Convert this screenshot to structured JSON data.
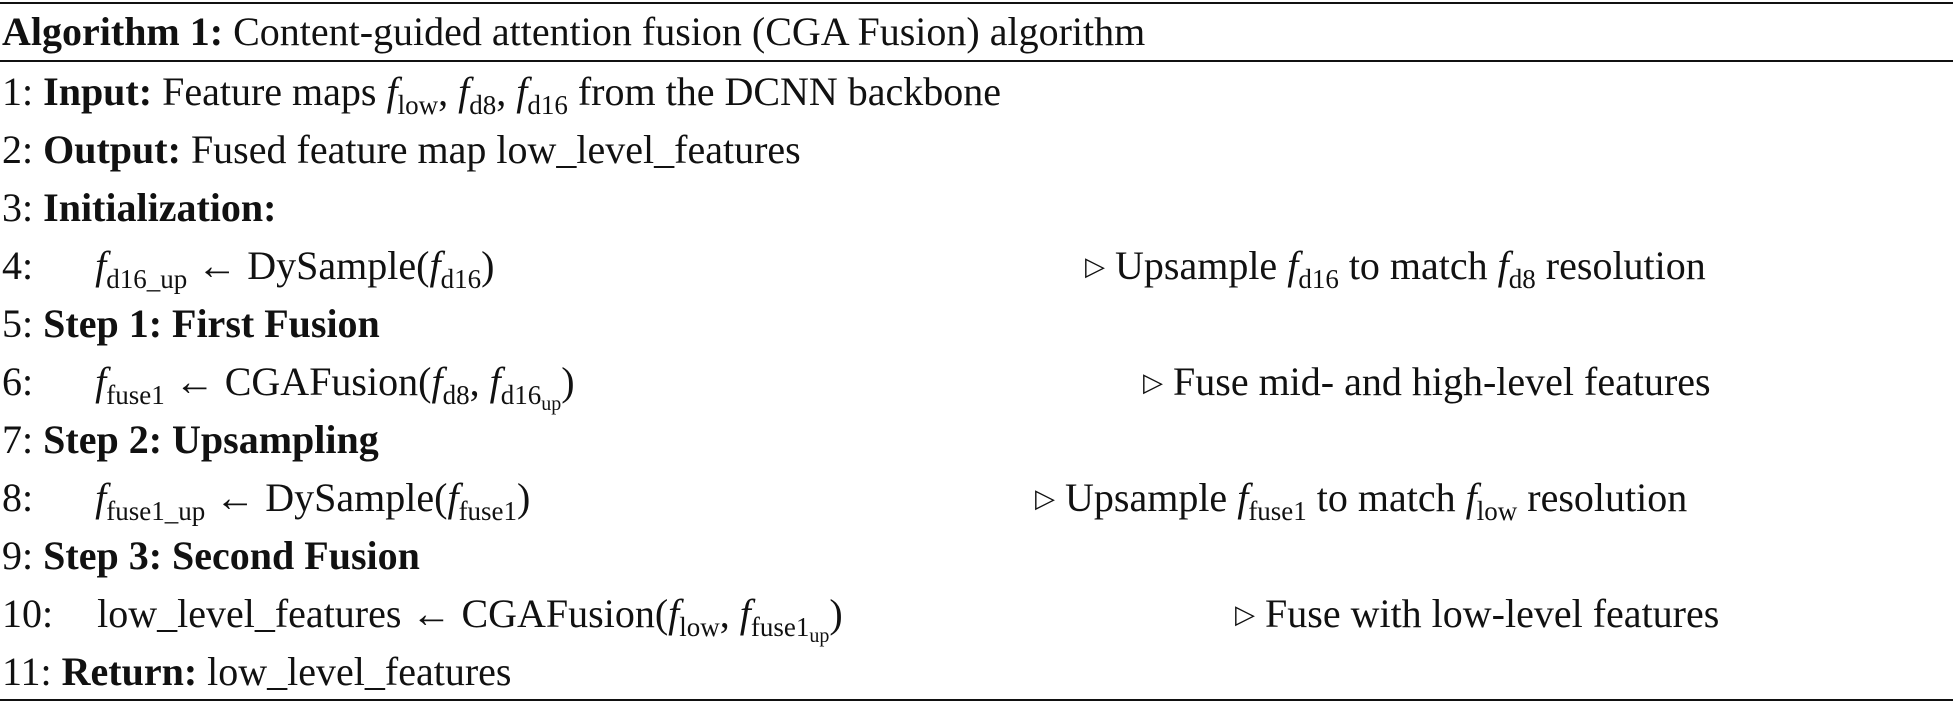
{
  "caption": {
    "label": "Algorithm 1:",
    "title": "Content-guided attention fusion (CGA Fusion) algorithm"
  },
  "lines": [
    {
      "num": "1:",
      "keyword": "Input:",
      "text": "Feature maps",
      "rest": "from the DCNN backbone"
    },
    {
      "num": "2:",
      "keyword": "Output:",
      "text": "Fused feature map low_level_features"
    },
    {
      "num": "3:",
      "keyword": "Initialization:"
    },
    {
      "num": "4:",
      "call": "DySample",
      "comment": "Upsample",
      "comment_mid": "to match",
      "comment_end": "resolution"
    },
    {
      "num": "5:",
      "keyword": "Step 1: First Fusion"
    },
    {
      "num": "6:",
      "call": "CGAFusion",
      "comment": "Fuse mid- and high-level features"
    },
    {
      "num": "7:",
      "keyword": "Step 2: Upsampling"
    },
    {
      "num": "8:",
      "call": "DySample",
      "comment": "Upsample",
      "comment_mid": "to match",
      "comment_end": "resolution"
    },
    {
      "num": "9:",
      "keyword": "Step 3: Second Fusion"
    },
    {
      "num": "10:",
      "lhs": "low_level_features",
      "call": "CGAFusion",
      "comment": "Fuse with low-level features"
    },
    {
      "num": "11:",
      "keyword": "Return:",
      "text": "low_level_features"
    }
  ],
  "symbols": {
    "f": "f",
    "low": "low",
    "d8": "d8",
    "d16": "d16",
    "d16_up": "d16_up",
    "d16_base": "d16",
    "up": "up",
    "fuse1": "fuse1",
    "fuse1_up": "fuse1_up",
    "arrow": "←",
    "triangle": "▷"
  }
}
